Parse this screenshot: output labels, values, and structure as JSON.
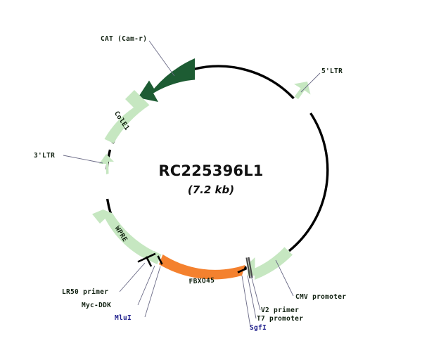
{
  "plasmid": {
    "name": "RC225396L1",
    "size_label": "(7.2 kb)",
    "size_kb": 7.2,
    "shape": "circular"
  },
  "colors": {
    "backbone": "#000000",
    "dark_green": "#1d5c33",
    "light_green": "#c6e7c1",
    "orange": "#f4812e",
    "enzyme_text": "#1f1f8c",
    "label_text": "#102010",
    "leader_line": "#6a6a86",
    "background": "#ffffff"
  },
  "features": [
    {
      "id": "cat",
      "label": "CAT (Cam-r)",
      "color": "#1d5c33",
      "type": "arrow",
      "direction": "counterclockwise",
      "label_placement": "callout",
      "inline_text": ""
    },
    {
      "id": "cole1",
      "label": "ColE1",
      "color": "#c6e7c1",
      "type": "arrow",
      "direction": "clockwise",
      "label_placement": "inline",
      "inline_text": "ColE1"
    },
    {
      "id": "ltr3",
      "label": "3'LTR",
      "color": "#c6e7c1",
      "type": "arrow",
      "direction": "clockwise",
      "label_placement": "callout",
      "inline_text": ""
    },
    {
      "id": "wpre",
      "label": "WPRE",
      "color": "#c6e7c1",
      "type": "arrow",
      "direction": "counterclockwise",
      "label_placement": "inline",
      "inline_text": "WPRE"
    },
    {
      "id": "mycddk",
      "label": "Myc-DDK",
      "color": "#c6e7c1",
      "type": "box",
      "direction": "none",
      "label_placement": "callout",
      "inline_text": ""
    },
    {
      "id": "fbxo45",
      "label": "FBXO45",
      "color": "#f4812e",
      "type": "box",
      "direction": "none",
      "label_placement": "inline",
      "inline_text": "FBXO45"
    },
    {
      "id": "cmv",
      "label": "CMV promoter",
      "color": "#c6e7c1",
      "type": "arrow",
      "direction": "counterclockwise",
      "label_placement": "callout",
      "inline_text": ""
    },
    {
      "id": "ltr5",
      "label": "5'LTR",
      "color": "#c6e7c1",
      "type": "arrow",
      "direction": "counterclockwise",
      "label_placement": "callout",
      "inline_text": ""
    }
  ],
  "sites": [
    {
      "id": "mlui",
      "label": "MluI",
      "kind": "restriction-enzyme"
    },
    {
      "id": "sgfi",
      "label": "SgfI",
      "kind": "restriction-enzyme"
    },
    {
      "id": "lr50",
      "label": "LR50 primer",
      "kind": "primer"
    },
    {
      "id": "v2",
      "label": "V2 primer",
      "kind": "primer"
    },
    {
      "id": "t7",
      "label": "T7 promoter",
      "kind": "promoter"
    }
  ],
  "callouts": {
    "cat": "CAT (Cam-r)",
    "ltr5": "5'LTR",
    "ltr3": "3'LTR",
    "lr50": "LR50 primer",
    "mycddk": "Myc-DDK",
    "mlui": "MluI",
    "sgfi": "SgfI",
    "t7": "T7 promoter",
    "v2": "V2 primer",
    "cmv": "CMV promoter"
  },
  "inline": {
    "cole1": "ColE1",
    "wpre": "WPRE",
    "fbxo45": "FBXO45"
  }
}
